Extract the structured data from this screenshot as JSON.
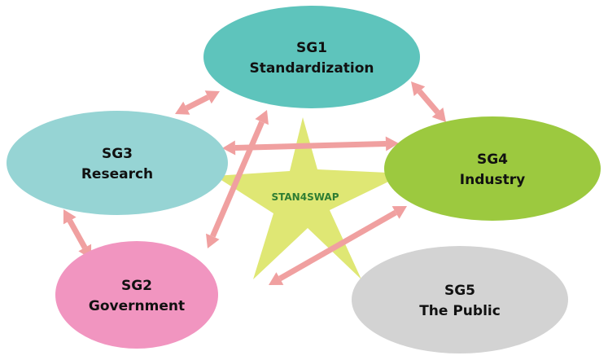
{
  "center_label": "STAN4SWAP",
  "nodes": [
    {
      "id": "sg1",
      "title": "SG1",
      "subtitle": "Standardization",
      "color": "#5ec4bc"
    },
    {
      "id": "sg2",
      "title": "SG2",
      "subtitle": "Government",
      "color": "#f195c0"
    },
    {
      "id": "sg3",
      "title": "SG3",
      "subtitle": "Research",
      "color": "#96d4d4"
    },
    {
      "id": "sg4",
      "title": "SG4",
      "subtitle": "Industry",
      "color": "#9cc93f"
    },
    {
      "id": "sg5",
      "title": "SG5",
      "subtitle": "The Public",
      "color": "#d3d3d3"
    }
  ],
  "connections": [
    [
      "sg1",
      "sg3"
    ],
    [
      "sg1",
      "sg4"
    ],
    [
      "sg1",
      "sg2"
    ],
    [
      "sg3",
      "sg4"
    ],
    [
      "sg3",
      "sg2"
    ],
    [
      "sg4",
      "sg2"
    ]
  ],
  "colors": {
    "arrow": "#f0a0a0",
    "star": "#dfe774",
    "star_label": "#2e7d32"
  }
}
